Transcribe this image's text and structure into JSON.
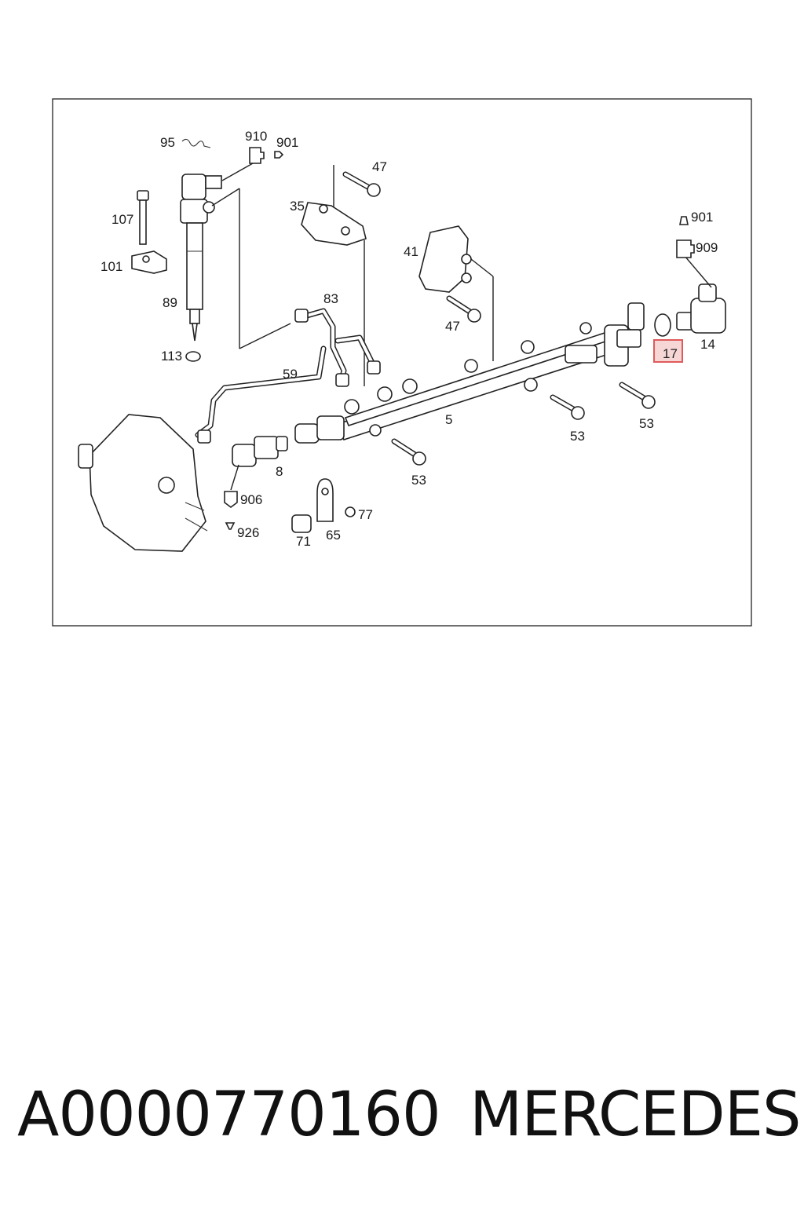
{
  "labels": {
    "p95": "95",
    "p910": "910",
    "p901a": "901",
    "p47a": "47",
    "p35": "35",
    "p107": "107",
    "p101": "101",
    "p89": "89",
    "p113": "113",
    "p41": "41",
    "p47b": "47",
    "p83": "83",
    "p59": "59",
    "p901b": "901",
    "p909": "909",
    "p14": "14",
    "p17": "17",
    "p5": "5",
    "p8": "8",
    "p53a": "53",
    "p53b": "53",
    "p53c": "53",
    "p906": "906",
    "p926": "926",
    "p77": "77",
    "p71": "71",
    "p65": "65"
  },
  "highlight": {
    "part": "17",
    "color": "#e05a5a",
    "fill": "#f7d6d6"
  },
  "footer": {
    "part_number": "A0000770160",
    "brand": "MERCEDES"
  }
}
